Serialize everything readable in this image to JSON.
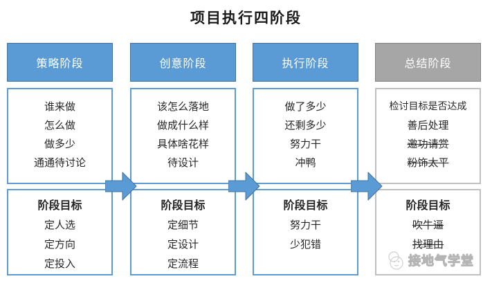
{
  "title": "项目执行四阶段",
  "colors": {
    "stage_blue": "#5B9BD5",
    "stage_blue_border": "#41719C",
    "stage_gray": "#A6A6A6",
    "stage_gray_border": "#7F7F7F",
    "box_border_blue": "#5B9BD5",
    "box_border_gray": "#BFBFBF",
    "arrow_fill": "#5B9BD5"
  },
  "columns": [
    {
      "header": "策略阶段",
      "items": [
        "谁来做",
        "怎么做",
        "做多少",
        "通通待讨论"
      ],
      "goal_title": "阶段目标",
      "goals": [
        "定人选",
        "定方向",
        "定投入"
      ]
    },
    {
      "header": "创意阶段",
      "items": [
        "该怎么落地",
        "做成什么样",
        "具体啥花样",
        "待设计"
      ],
      "goal_title": "阶段目标",
      "goals": [
        "定细节",
        "定设计",
        "定流程"
      ]
    },
    {
      "header": "执行阶段",
      "items": [
        "做了多少",
        "还剩多少",
        "努力干",
        "冲鸭"
      ],
      "goal_title": "阶段目标",
      "goals": [
        "努力干",
        "少犯错"
      ]
    },
    {
      "header": "总结阶段",
      "items": [
        "检讨目标是否达成",
        "善后处理",
        "邀功请赏",
        "粉饰太平"
      ],
      "goal_title": "阶段目标",
      "goals": [
        "吹牛逼",
        "找理由"
      ]
    }
  ],
  "watermark": {
    "text": "接地气学堂"
  }
}
